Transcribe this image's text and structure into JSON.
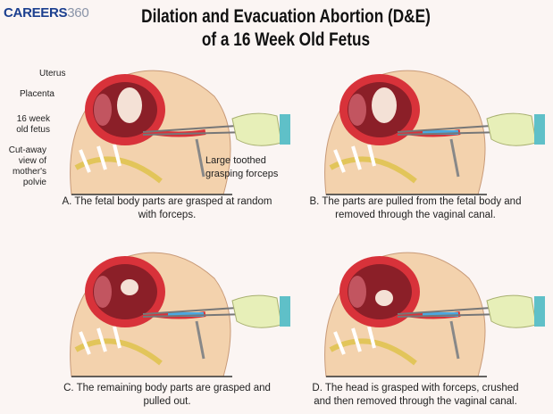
{
  "logo": {
    "brand": "CAREERS",
    "number": "360"
  },
  "title": {
    "line1": "Dilation and Evacuation Abortion (D&E)",
    "line2": "of a 16 Week Old Fetus"
  },
  "labels": {
    "uterus": "Uterus",
    "placenta": "Placenta",
    "fetus": "16 week old fetus",
    "pelvis": "Cut-away view of mother's polvie",
    "forceps": "Large toothed grasping forceps"
  },
  "panels": [
    {
      "id": "A",
      "caption": "A. The fetal body parts are grasped at random with forceps."
    },
    {
      "id": "B",
      "caption": "B. The parts are pulled from the fetal body and removed through the vaginal canal."
    },
    {
      "id": "C",
      "caption": "C. The remaining body parts are grasped and pulled out."
    },
    {
      "id": "D",
      "caption": "D. The head is grasped with forceps, crushed and then removed through the vaginal canal."
    }
  ],
  "colors": {
    "uterus": "#d8323a",
    "skin": "#f3d2ad",
    "glove": "#e7efb8",
    "sleeve": "#5fc0c8",
    "brand": "#1b3f8f"
  }
}
